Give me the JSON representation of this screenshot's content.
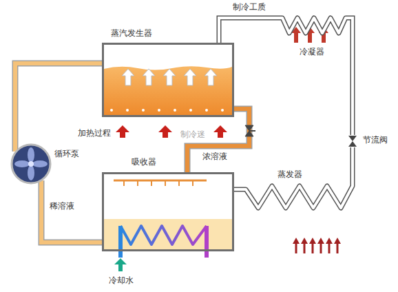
{
  "diagram": {
    "nodes": [
      {
        "text": [
          "蒸汽发生器"
        ]
      },
      {
        "text": [
          "冷凝器"
        ]
      },
      {
        "text": [
          "节流阀"
        ]
      },
      {
        "text": [
          "蒸发器"
        ]
      },
      {
        "text": [
          "吸收器"
        ]
      },
      {
        "text": [
          "循环泵"
        ]
      }
    ],
    "edges": [
      {
        "from": 0,
        "to": 1,
        "label": "制冷工质",
        "arrow": "none"
      },
      {
        "from": 1,
        "to": 2,
        "arrow": "none"
      },
      {
        "from": 2,
        "to": 3,
        "arrow": "none"
      },
      {
        "from": 3,
        "to": 4,
        "arrow": "none"
      },
      {
        "from": 0,
        "to": 4,
        "label": "浓溶液",
        "arrow": "none"
      },
      {
        "from": 4,
        "to": 5,
        "label": "稀溶液",
        "arrow": "none"
      },
      {
        "from": 5,
        "to": 0,
        "arrow": "none"
      }
    ],
    "labels": [
      "加热过程",
      "冷却水",
      "制冷迷"
    ]
  }
}
